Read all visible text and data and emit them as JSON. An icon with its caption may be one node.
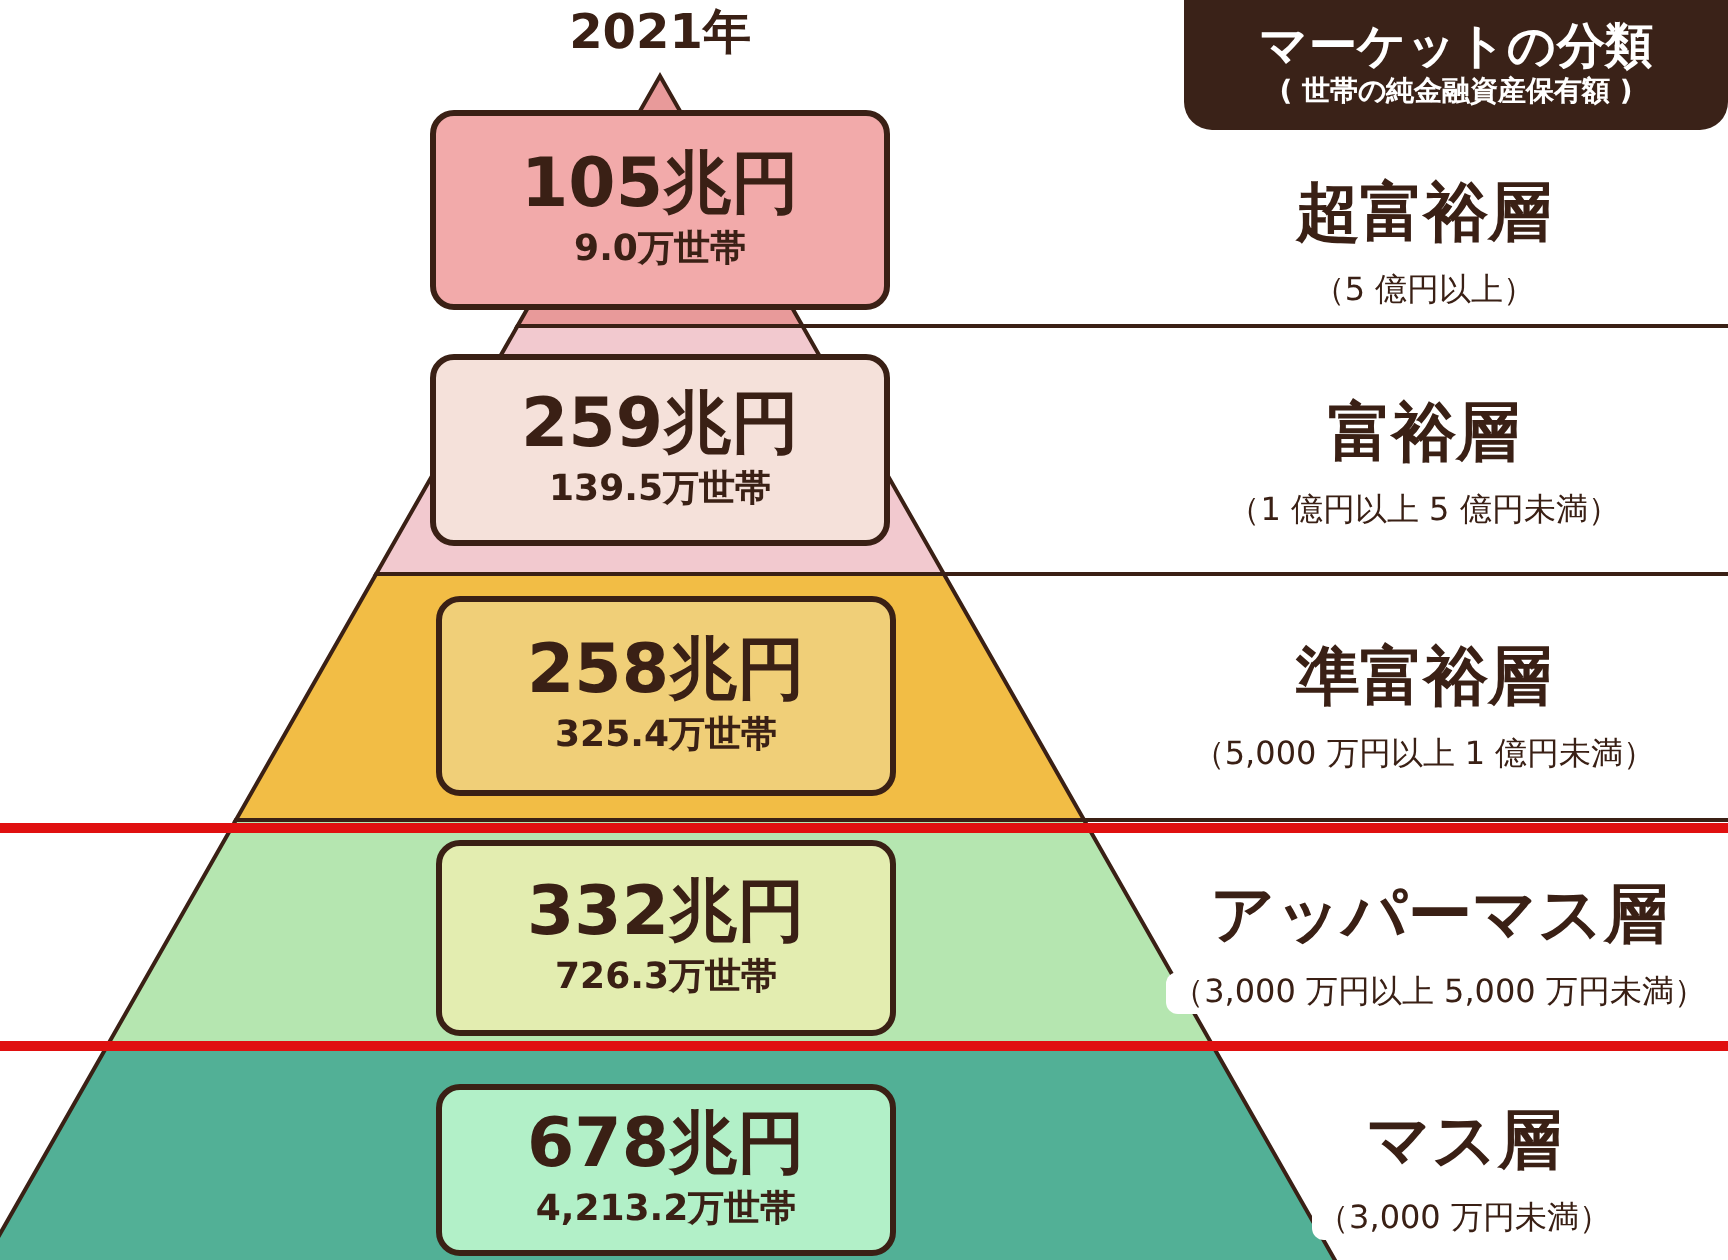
{
  "diagram": {
    "title": "2021年",
    "nodes": [
      {
        "text": [
          "マーケットの分類",
          "( 世帯の純金融資産保有額 )"
        ]
      },
      {
        "text": [
          "105兆円",
          "9.0万世帯"
        ]
      },
      {
        "text": [
          "超富裕層",
          "（5 億円以上）"
        ]
      },
      {
        "text": [
          "259兆円",
          "139.5万世帯"
        ]
      },
      {
        "text": [
          "富裕層",
          "（1 億円以上 5 億円未満）"
        ]
      },
      {
        "text": [
          "258兆円",
          "325.4万世帯"
        ]
      },
      {
        "text": [
          "準富裕層",
          "（5,000 万円以上 1 億円未満）"
        ]
      },
      {
        "text": [
          "332兆円",
          "726.3万世帯"
        ]
      },
      {
        "text": [
          "アッパーマス層",
          "（3,000 万円以上 5,000 万円未満）"
        ]
      },
      {
        "text": [
          "678兆円",
          "4,213.2万世帯"
        ]
      },
      {
        "text": [
          "マス層",
          "（3,000 万円未満）"
        ]
      }
    ],
    "edges": []
  }
}
